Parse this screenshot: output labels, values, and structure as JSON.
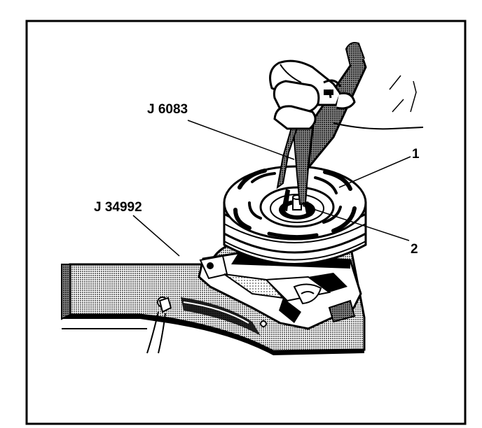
{
  "callouts": {
    "tool_j6083": "J 6083",
    "fixture_j34992": "J 34992",
    "item_1": "1",
    "item_2": "2"
  },
  "colors": {
    "ink": "#000000",
    "paper": "#ffffff",
    "shade": "#8c8c8c"
  }
}
